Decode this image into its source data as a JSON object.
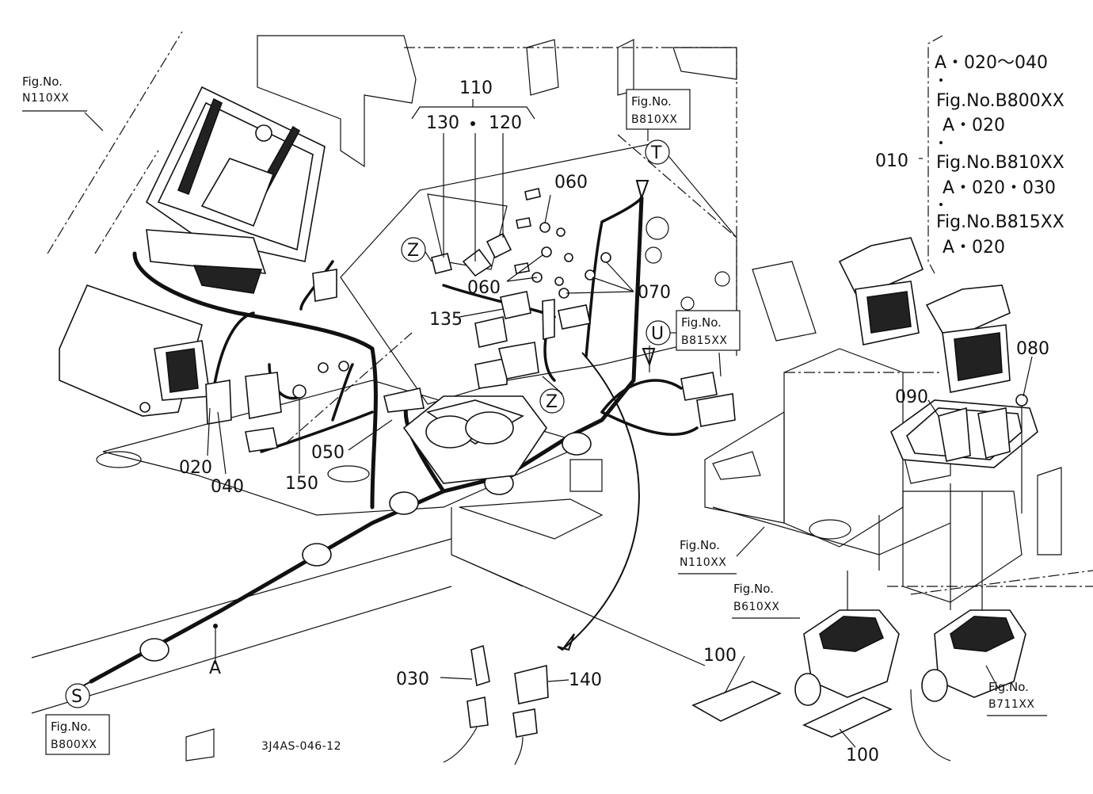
{
  "diagram": {
    "part_numbers": {
      "p010": "010",
      "p020": "020",
      "p030": "030",
      "p040": "040",
      "p050": "050",
      "p060a": "060",
      "p060b": "060",
      "p070": "070",
      "p080": "080",
      "p090": "090",
      "p100a": "100",
      "p100b": "100",
      "p110": "110",
      "p120": "120",
      "p130": "130",
      "p135": "135",
      "p140": "140",
      "p150": "150"
    },
    "connector_letters": {
      "A": "A",
      "S": "S",
      "T": "T",
      "U": "U",
      "Z1": "Z",
      "Z2": "Z"
    },
    "fig_refs": {
      "n110_top": {
        "line1": "Fig.No.",
        "line2": "N110XX"
      },
      "b810": {
        "line1": "Fig.No.",
        "line2": "B810XX"
      },
      "b815": {
        "line1": "Fig.No.",
        "line2": "B815XX"
      },
      "n110_bottom": {
        "line1": "Fig.No.",
        "line2": "N110XX"
      },
      "b610": {
        "line1": "Fig.No.",
        "line2": "B610XX"
      },
      "b711": {
        "line1": "Fig.No.",
        "line2": "B711XX"
      },
      "b800": {
        "line1": "Fig.No.",
        "line2": "B800XX"
      }
    },
    "legend": {
      "line1": "A・020〜040",
      "line2": "Fig.No.B800XX",
      "line3": "A・020",
      "line4": "Fig.No.B810XX",
      "line5": "A・020・030",
      "line6": "Fig.No.B815XX",
      "line7": "A・020"
    },
    "drawing_code": "3J4AS-046-12"
  }
}
